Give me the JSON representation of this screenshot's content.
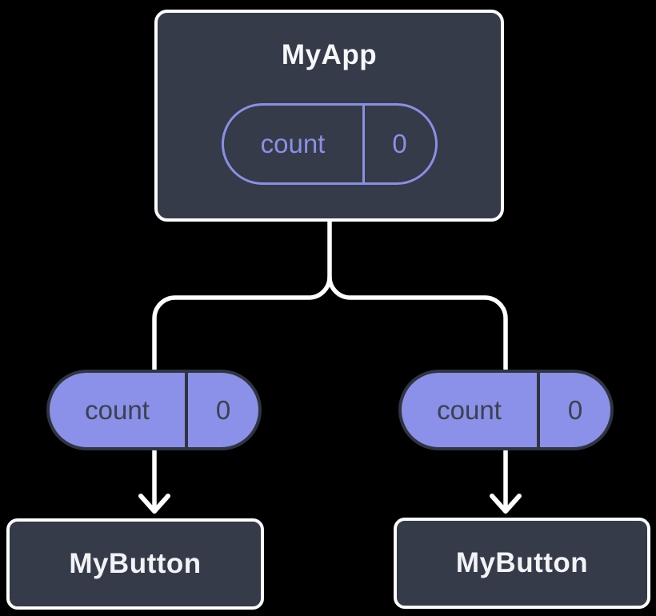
{
  "diagram": {
    "description": "Component tree diagram: parent component holding state shared down to two child buttons",
    "root": {
      "title": "MyApp",
      "state": {
        "name": "count",
        "value": "0"
      }
    },
    "children": [
      {
        "state": {
          "name": "count",
          "value": "0"
        },
        "title": "MyButton"
      },
      {
        "state": {
          "name": "count",
          "value": "0"
        },
        "title": "MyButton"
      }
    ],
    "colors": {
      "background": "#000000",
      "node_fill": "#353B48",
      "node_border": "#FDFDFE",
      "accent_purple": "#8B90E8",
      "pill_dark_border": "#2F3540",
      "pill_dark_text": "#3A414E",
      "connector": "#FFFFFF",
      "title_text": "#F6F7F9"
    }
  }
}
